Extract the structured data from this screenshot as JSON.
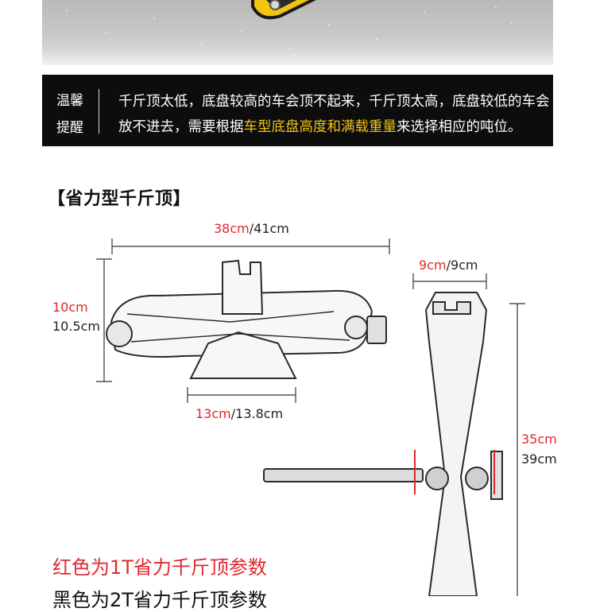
{
  "notice": {
    "tag_line1": "温馨",
    "tag_line2": "提醒",
    "line1": "千斤顶太低，底盘较高的车会顶不起来，千斤顶太高，底盘较低的车会",
    "line2_pre": "放不进去，需要根据",
    "line2_highlight": "车型底盘高度和满载重量",
    "line2_post": "来选择相应的吨位。",
    "highlight_color": "#f2c314"
  },
  "section_title": "【省力型千斤顶】",
  "dimensions": {
    "length": {
      "red": "38cm",
      "black": "/41cm"
    },
    "height": {
      "red": "10cm",
      "black": "10.5cm"
    },
    "base": {
      "red": "13cm",
      "black": "/13.8cm"
    },
    "top_width": {
      "red": "9cm",
      "black": "/9cm"
    },
    "max_height": {
      "red": "35cm",
      "black": "39cm"
    }
  },
  "legend": {
    "red_text": "红色为1T省力千斤顶参数",
    "black_text": "黑色为2T省力千斤顶参数"
  },
  "colors": {
    "red": "#e0282e",
    "accent_yellow": "#f2c314",
    "bar_bg": "#0d0d0d"
  }
}
